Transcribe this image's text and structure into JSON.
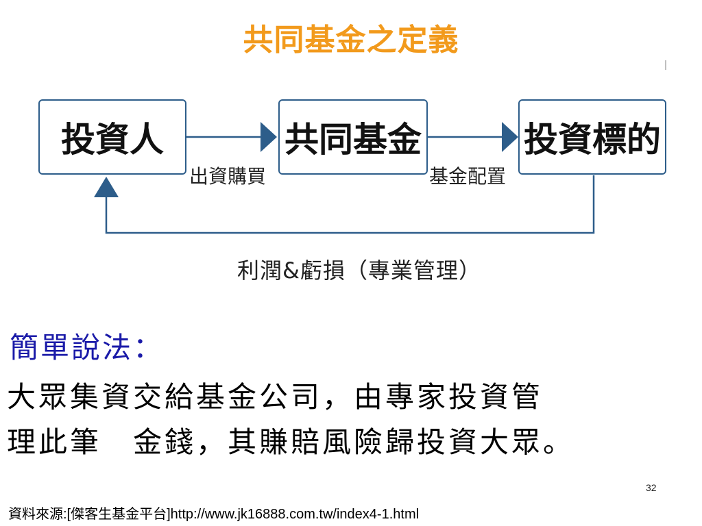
{
  "slide": {
    "title": "共同基金之定義",
    "page_number": "32"
  },
  "diagram": {
    "nodes": {
      "investor": "投資人",
      "fund": "共同基金",
      "target": "投資標的"
    },
    "edges": {
      "investor_to_fund": "出資購買",
      "fund_to_target": "基金配置",
      "return_to_investor": "利潤&虧損（專業管理）"
    },
    "colors": {
      "box_border": "#2d5d8a",
      "arrow": "#2d5d8a",
      "title": "#f29a1c"
    }
  },
  "text": {
    "heading": "簡單說法：",
    "line1": "大眾集資交給基金公司，由專家投資管",
    "line2": "理此筆　金錢，其賺賠風險歸投資大眾。"
  },
  "footer": {
    "source": "資料來源:[傑客生基金平台]http://www.jk16888.com.tw/index4-1.html"
  }
}
